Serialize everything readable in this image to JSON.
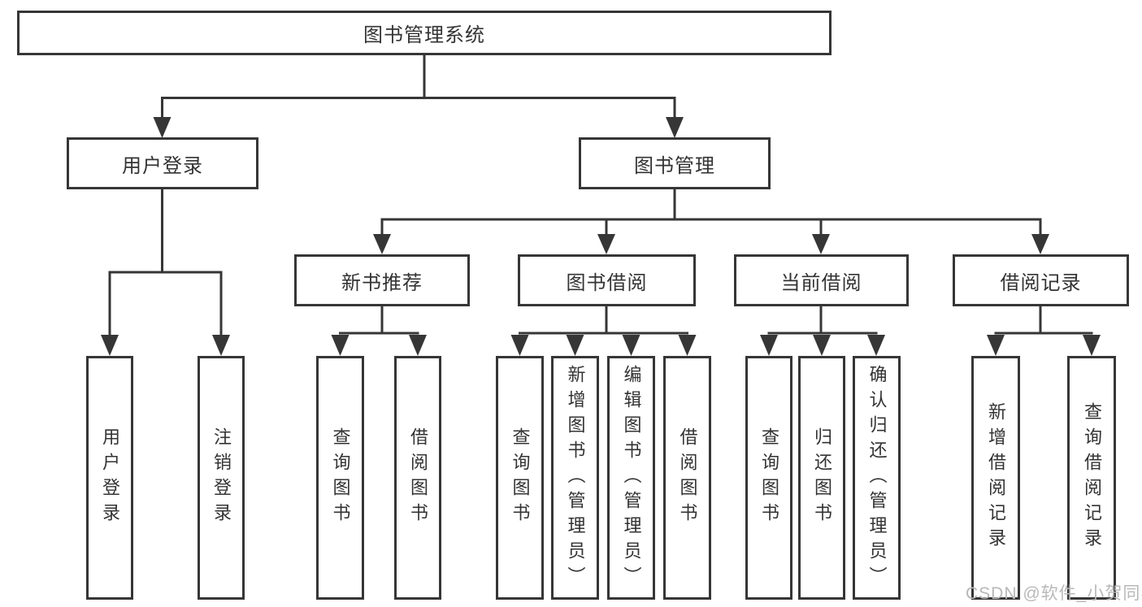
{
  "diagram": {
    "tree": {
      "root": {
        "label": "图书管理系统"
      },
      "children": [
        {
          "label": "用户登录",
          "children": [
            {
              "label": "用户登录"
            },
            {
              "label": "注销登录"
            }
          ]
        },
        {
          "label": "图书管理",
          "children": [
            {
              "label": "新书推荐",
              "children": [
                {
                  "label": "查询图书"
                },
                {
                  "label": "借阅图书"
                }
              ]
            },
            {
              "label": "图书借阅",
              "children": [
                {
                  "label": "查询图书"
                },
                {
                  "label": "新增图书（管理员）"
                },
                {
                  "label": "编辑图书（管理员）"
                },
                {
                  "label": "借阅图书"
                }
              ]
            },
            {
              "label": "当前借阅",
              "children": [
                {
                  "label": "查询图书"
                },
                {
                  "label": "归还图书"
                },
                {
                  "label": "确认归还（管理员）"
                }
              ]
            },
            {
              "label": "借阅记录",
              "children": [
                {
                  "label": "新增借阅记录"
                },
                {
                  "label": "查询借阅记录"
                }
              ]
            }
          ]
        }
      ]
    },
    "colors": {
      "line": "#363636",
      "box_border": "#363636",
      "text": "#333333",
      "watermark": "#b8b8b8",
      "background": "#ffffff"
    }
  },
  "watermark": {
    "text": "CSDN @软件_小贺同学"
  }
}
